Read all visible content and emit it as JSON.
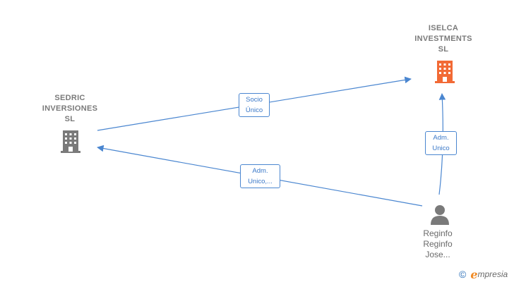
{
  "nodes": {
    "iselca": {
      "lines": [
        "ISELCA",
        "INVESTMENTS",
        "SL"
      ]
    },
    "sedric": {
      "lines": [
        "SEDRIC",
        "INVERSIONES",
        "SL"
      ]
    },
    "person": {
      "lines": [
        "Reginfo",
        "Reginfo",
        "Jose..."
      ]
    }
  },
  "edges": {
    "socio_unico": {
      "lines": [
        "Socio",
        "Único"
      ]
    },
    "adm_unico_sedric": {
      "lines": [
        "Adm.",
        "Unico,..."
      ]
    },
    "adm_unico_iselca": {
      "lines": [
        "Adm.",
        "Unico"
      ]
    }
  },
  "brand": {
    "copyright_symbol": "©",
    "e_letter": "e",
    "rest": "mpresia"
  },
  "colors": {
    "edge": "#4a86d0",
    "company_highlight": "#f26a35",
    "company_default": "#7a7a7a",
    "person": "#7a7a7a",
    "label_text": "#7a7a7a"
  }
}
